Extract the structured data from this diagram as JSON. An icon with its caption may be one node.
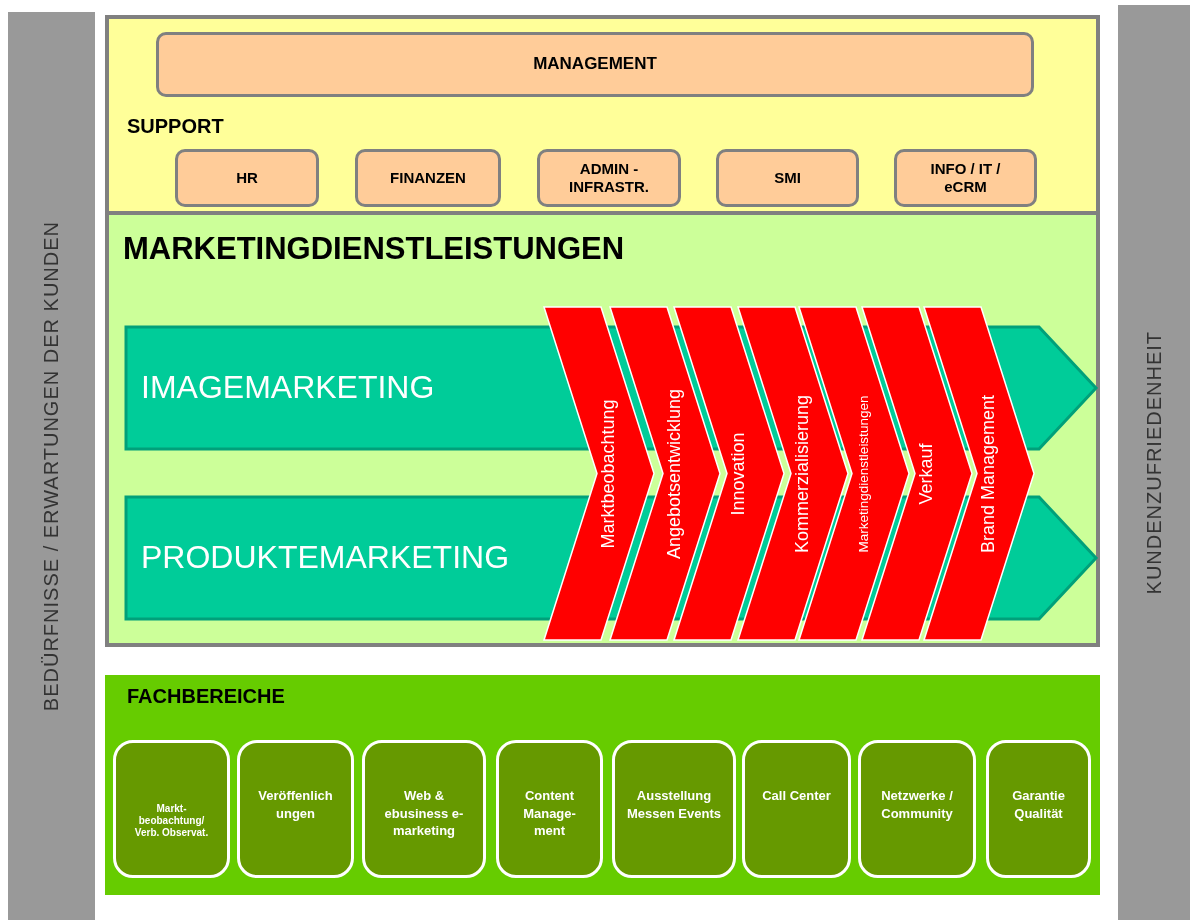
{
  "diagram": {
    "nodes": [
      {
        "text": [
          "BEDÜRFNISSE / ERWARTUNGEN DER KUNDEN"
        ]
      },
      {
        "text": [
          "KUNDENZUFRIEDENHEIT"
        ]
      },
      {
        "text": [
          "SUPPORT"
        ]
      },
      {
        "text": [
          "MANAGEMENT"
        ],
        "in": 2
      },
      {
        "text": [
          "HR"
        ],
        "in": 2
      },
      {
        "text": [
          "FINANZEN"
        ],
        "in": 2
      },
      {
        "text": [
          "ADMIN - INFRASTR."
        ],
        "in": 2
      },
      {
        "text": [
          "SMI"
        ],
        "in": 2
      },
      {
        "text": [
          "INFO / IT / eCRM"
        ],
        "in": 2
      },
      {
        "text": [
          "MARKETINGDIENSTLEISTUNGEN"
        ]
      },
      {
        "text": [
          "IMAGEMARKETING"
        ],
        "in": 9
      },
      {
        "text": [
          "PRODUKTEMARKETING"
        ],
        "in": 9
      },
      {
        "text": [
          "Marktbeobachtung"
        ],
        "in": 9
      },
      {
        "text": [
          "Angebotsentwicklung"
        ],
        "in": 9
      },
      {
        "text": [
          "Innovation"
        ],
        "in": 9
      },
      {
        "text": [
          "Kommerzialisierung"
        ],
        "in": 9
      },
      {
        "text": [
          "Marketingdienstleistungen"
        ],
        "in": 9
      },
      {
        "text": [
          "Verkauf"
        ],
        "in": 9
      },
      {
        "text": [
          "Brand Management"
        ],
        "in": 9
      },
      {
        "text": [
          "FACHBEREICHE"
        ]
      },
      {
        "text": [
          "Markt- beobachtung/ Verb. Observat."
        ],
        "in": 19
      },
      {
        "text": [
          "Veröffenlich ungen"
        ],
        "in": 19
      },
      {
        "text": [
          "Web & ebusiness e- marketing"
        ],
        "in": 19
      },
      {
        "text": [
          "Content Manage- ment"
        ],
        "in": 19
      },
      {
        "text": [
          "Ausstellung Messen Events"
        ],
        "in": 19
      },
      {
        "text": [
          "Call Center"
        ],
        "in": 19
      },
      {
        "text": [
          "Netzwerke / Community"
        ],
        "in": 19
      },
      {
        "text": [
          "Garantie Qualität"
        ],
        "in": 19
      }
    ],
    "edges": []
  }
}
